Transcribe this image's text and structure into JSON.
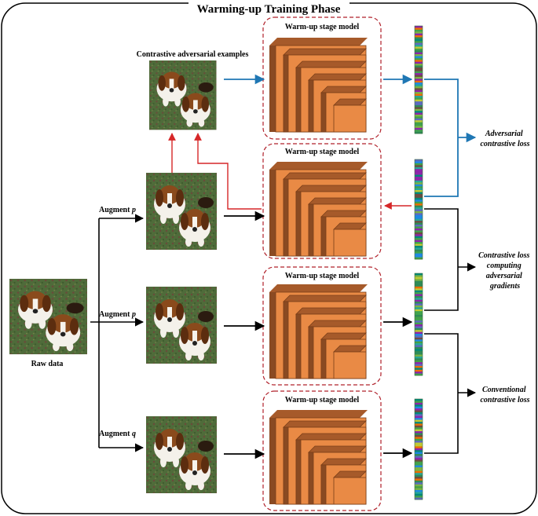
{
  "title": "Warming-up Training Phase",
  "raw_data_label": "Raw data",
  "contrastive_adv_label": "Contrastive adversarial examples",
  "augment_labels": [
    {
      "prefix": "Augment ",
      "var": "p"
    },
    {
      "prefix": "Augment ",
      "var": "p"
    },
    {
      "prefix": "Augment ",
      "var": "q"
    }
  ],
  "model_label": "Warm-up stage  model",
  "losses": {
    "adversarial": [
      "Adversarial",
      "contrastive loss"
    ],
    "gradients": [
      "Contrastive loss",
      "computing",
      "adversarial",
      "gradients"
    ],
    "conventional": [
      "Conventional",
      "contrastive loss"
    ]
  },
  "colors": {
    "blue_arrow": "#1f77b4",
    "red_arrow": "#d62728",
    "black_arrow": "#000000",
    "model_orange": "#e98a45",
    "model_dark": "#8a4a22",
    "dashed_box": "#b0202a",
    "grass": "#4f6b3a"
  },
  "icons": {
    "image": "dog-photo-icon",
    "model": "layered-model-icon",
    "feature": "feature-vector-icon"
  }
}
